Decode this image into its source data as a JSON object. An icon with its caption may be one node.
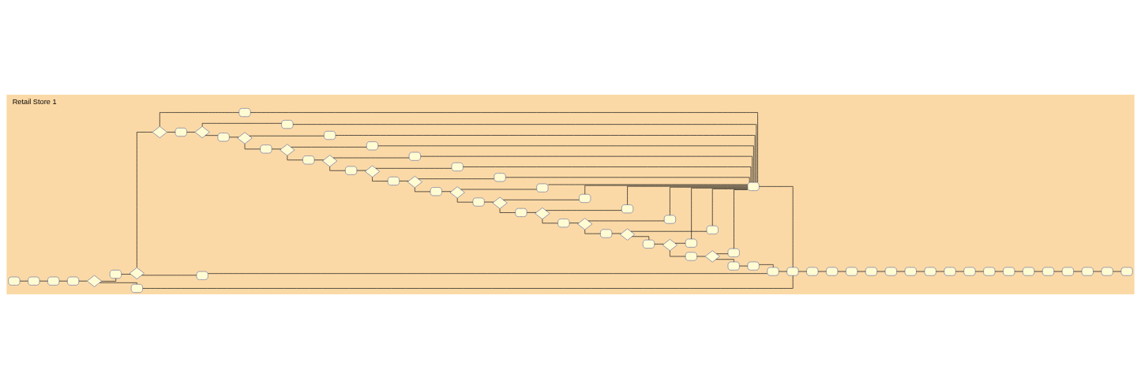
{
  "diagram": {
    "title": "Retail Store 1",
    "nodes": [
      {
        "text": [],
        "shape": "box"
      },
      {
        "text": [],
        "shape": "box"
      },
      {
        "text": [],
        "shape": "box"
      },
      {
        "text": [],
        "shape": "box"
      },
      {
        "text": [],
        "shape": "diamond"
      },
      {
        "text": [],
        "shape": "box"
      },
      {
        "text": [],
        "shape": "diamond"
      },
      {
        "text": [],
        "shape": "box"
      },
      {
        "text": [],
        "shape": "diamond"
      },
      {
        "text": [],
        "shape": "box"
      },
      {
        "text": [],
        "shape": "box"
      },
      {
        "text": [],
        "shape": "diamond"
      },
      {
        "text": [],
        "shape": "box"
      },
      {
        "text": [],
        "shape": "box"
      },
      {
        "text": [],
        "shape": "diamond"
      },
      {
        "text": [],
        "shape": "box"
      },
      {
        "text": [],
        "shape": "box"
      },
      {
        "text": [],
        "shape": "diamond"
      },
      {
        "text": [],
        "shape": "box"
      },
      {
        "text": [],
        "shape": "box"
      },
      {
        "text": [],
        "shape": "diamond"
      },
      {
        "text": [],
        "shape": "box"
      },
      {
        "text": [],
        "shape": "box"
      },
      {
        "text": [],
        "shape": "diamond"
      },
      {
        "text": [],
        "shape": "box"
      },
      {
        "text": [],
        "shape": "box"
      },
      {
        "text": [],
        "shape": "diamond"
      },
      {
        "text": [],
        "shape": "box"
      },
      {
        "text": [],
        "shape": "box"
      },
      {
        "text": [],
        "shape": "diamond"
      },
      {
        "text": [],
        "shape": "box"
      },
      {
        "text": [],
        "shape": "box"
      },
      {
        "text": [],
        "shape": "diamond"
      },
      {
        "text": [],
        "shape": "box"
      },
      {
        "text": [],
        "shape": "box"
      },
      {
        "text": [],
        "shape": "diamond"
      },
      {
        "text": [],
        "shape": "box"
      },
      {
        "text": [],
        "shape": "box"
      },
      {
        "text": [],
        "shape": "diamond"
      },
      {
        "text": [],
        "shape": "box"
      },
      {
        "text": [],
        "shape": "box"
      },
      {
        "text": [],
        "shape": "diamond"
      },
      {
        "text": [],
        "shape": "box"
      },
      {
        "text": [],
        "shape": "box"
      },
      {
        "text": [],
        "shape": "diamond"
      },
      {
        "text": [],
        "shape": "box"
      },
      {
        "text": [],
        "shape": "box"
      },
      {
        "text": [],
        "shape": "diamond"
      },
      {
        "text": [],
        "shape": "box"
      },
      {
        "text": [],
        "shape": "box"
      },
      {
        "text": [],
        "shape": "box"
      },
      {
        "text": [],
        "shape": "box"
      },
      {
        "text": [],
        "shape": "box"
      },
      {
        "text": [],
        "shape": "box"
      },
      {
        "text": [],
        "shape": "box"
      },
      {
        "text": [],
        "shape": "box"
      },
      {
        "text": [],
        "shape": "box"
      },
      {
        "text": [],
        "shape": "box"
      },
      {
        "text": [],
        "shape": "box"
      },
      {
        "text": [],
        "shape": "box"
      },
      {
        "text": [],
        "shape": "box"
      },
      {
        "text": [],
        "shape": "box"
      },
      {
        "text": [],
        "shape": "box"
      },
      {
        "text": [],
        "shape": "box"
      },
      {
        "text": [],
        "shape": "box"
      },
      {
        "text": [],
        "shape": "box"
      },
      {
        "text": [],
        "shape": "box"
      },
      {
        "text": [],
        "shape": "box"
      },
      {
        "text": [],
        "shape": "box"
      },
      {
        "text": [],
        "shape": "box"
      },
      {
        "text": [],
        "shape": "box"
      },
      {
        "text": [],
        "shape": "box"
      }
    ],
    "edges": [
      {
        "from": 0,
        "to": 1,
        "arrow": "none"
      },
      {
        "from": 1,
        "to": 2,
        "arrow": "none"
      },
      {
        "from": 2,
        "to": 3,
        "arrow": "none"
      },
      {
        "from": 3,
        "to": 4,
        "arrow": "none"
      },
      {
        "from": 4,
        "to": 5,
        "arrow": "none"
      },
      {
        "from": 5,
        "to": 6,
        "arrow": "none"
      },
      {
        "from": 4,
        "to": 53,
        "arrow": "none"
      },
      {
        "from": 6,
        "to": 8,
        "arrow": "none"
      },
      {
        "from": 6,
        "to": 51,
        "arrow": "none"
      },
      {
        "from": 8,
        "to": 9,
        "arrow": "none"
      },
      {
        "from": 8,
        "to": 10,
        "arrow": "none"
      },
      {
        "from": 10,
        "to": 11,
        "arrow": "none"
      },
      {
        "from": 11,
        "to": 12,
        "arrow": "none"
      },
      {
        "from": 11,
        "to": 13,
        "arrow": "none"
      },
      {
        "from": 13,
        "to": 14,
        "arrow": "none"
      },
      {
        "from": 14,
        "to": 15,
        "arrow": "none"
      },
      {
        "from": 14,
        "to": 16,
        "arrow": "none"
      },
      {
        "from": 16,
        "to": 17,
        "arrow": "none"
      },
      {
        "from": 17,
        "to": 18,
        "arrow": "none"
      },
      {
        "from": 17,
        "to": 19,
        "arrow": "none"
      },
      {
        "from": 19,
        "to": 20,
        "arrow": "none"
      },
      {
        "from": 20,
        "to": 21,
        "arrow": "none"
      },
      {
        "from": 20,
        "to": 22,
        "arrow": "none"
      },
      {
        "from": 22,
        "to": 23,
        "arrow": "none"
      },
      {
        "from": 23,
        "to": 24,
        "arrow": "none"
      },
      {
        "from": 23,
        "to": 25,
        "arrow": "none"
      },
      {
        "from": 25,
        "to": 26,
        "arrow": "none"
      },
      {
        "from": 26,
        "to": 27,
        "arrow": "none"
      },
      {
        "from": 26,
        "to": 28,
        "arrow": "none"
      },
      {
        "from": 28,
        "to": 29,
        "arrow": "none"
      },
      {
        "from": 29,
        "to": 30,
        "arrow": "none"
      },
      {
        "from": 29,
        "to": 31,
        "arrow": "none"
      },
      {
        "from": 31,
        "to": 32,
        "arrow": "none"
      },
      {
        "from": 32,
        "to": 33,
        "arrow": "none"
      },
      {
        "from": 32,
        "to": 34,
        "arrow": "none"
      },
      {
        "from": 34,
        "to": 35,
        "arrow": "none"
      },
      {
        "from": 35,
        "to": 36,
        "arrow": "none"
      },
      {
        "from": 35,
        "to": 37,
        "arrow": "none"
      },
      {
        "from": 37,
        "to": 38,
        "arrow": "none"
      },
      {
        "from": 38,
        "to": 39,
        "arrow": "none"
      },
      {
        "from": 38,
        "to": 40,
        "arrow": "none"
      },
      {
        "from": 40,
        "to": 41,
        "arrow": "none"
      },
      {
        "from": 41,
        "to": 42,
        "arrow": "none"
      },
      {
        "from": 41,
        "to": 43,
        "arrow": "none"
      },
      {
        "from": 43,
        "to": 44,
        "arrow": "none"
      },
      {
        "from": 44,
        "to": 45,
        "arrow": "none"
      },
      {
        "from": 44,
        "to": 46,
        "arrow": "none"
      },
      {
        "from": 46,
        "to": 47,
        "arrow": "none"
      },
      {
        "from": 47,
        "to": 48,
        "arrow": "none"
      },
      {
        "from": 47,
        "to": 49,
        "arrow": "none"
      },
      {
        "from": 49,
        "to": 50,
        "arrow": "none"
      },
      {
        "from": 50,
        "to": 52,
        "arrow": "none"
      },
      {
        "from": 51,
        "to": 52,
        "arrow": "none"
      },
      {
        "from": 52,
        "to": 54,
        "arrow": "none"
      },
      {
        "from": 53,
        "to": 54,
        "arrow": "none"
      },
      {
        "from": 9,
        "to": 7,
        "arrow": "none"
      },
      {
        "from": 12,
        "to": 7,
        "arrow": "none"
      },
      {
        "from": 15,
        "to": 7,
        "arrow": "none"
      },
      {
        "from": 18,
        "to": 7,
        "arrow": "none"
      },
      {
        "from": 21,
        "to": 7,
        "arrow": "none"
      },
      {
        "from": 24,
        "to": 7,
        "arrow": "none"
      },
      {
        "from": 27,
        "to": 7,
        "arrow": "none"
      },
      {
        "from": 30,
        "to": 7,
        "arrow": "none"
      },
      {
        "from": 33,
        "to": 7,
        "arrow": "none"
      },
      {
        "from": 36,
        "to": 7,
        "arrow": "none"
      },
      {
        "from": 39,
        "to": 7,
        "arrow": "none"
      },
      {
        "from": 42,
        "to": 7,
        "arrow": "none"
      },
      {
        "from": 45,
        "to": 7,
        "arrow": "none"
      },
      {
        "from": 48,
        "to": 7,
        "arrow": "none"
      },
      {
        "from": 7,
        "to": 54,
        "arrow": "none"
      },
      {
        "from": 54,
        "to": 55,
        "arrow": "none"
      },
      {
        "from": 55,
        "to": 56,
        "arrow": "none"
      },
      {
        "from": 56,
        "to": 57,
        "arrow": "none"
      },
      {
        "from": 57,
        "to": 58,
        "arrow": "none"
      },
      {
        "from": 58,
        "to": 59,
        "arrow": "none"
      },
      {
        "from": 59,
        "to": 60,
        "arrow": "none"
      },
      {
        "from": 60,
        "to": 61,
        "arrow": "none"
      },
      {
        "from": 61,
        "to": 62,
        "arrow": "none"
      },
      {
        "from": 62,
        "to": 63,
        "arrow": "none"
      },
      {
        "from": 63,
        "to": 64,
        "arrow": "none"
      },
      {
        "from": 64,
        "to": 65,
        "arrow": "none"
      },
      {
        "from": 65,
        "to": 66,
        "arrow": "none"
      },
      {
        "from": 66,
        "to": 67,
        "arrow": "none"
      },
      {
        "from": 67,
        "to": 68,
        "arrow": "none"
      },
      {
        "from": 68,
        "to": 69,
        "arrow": "none"
      },
      {
        "from": 69,
        "to": 70,
        "arrow": "none"
      },
      {
        "from": 70,
        "to": 71,
        "arrow": "none"
      }
    ]
  }
}
